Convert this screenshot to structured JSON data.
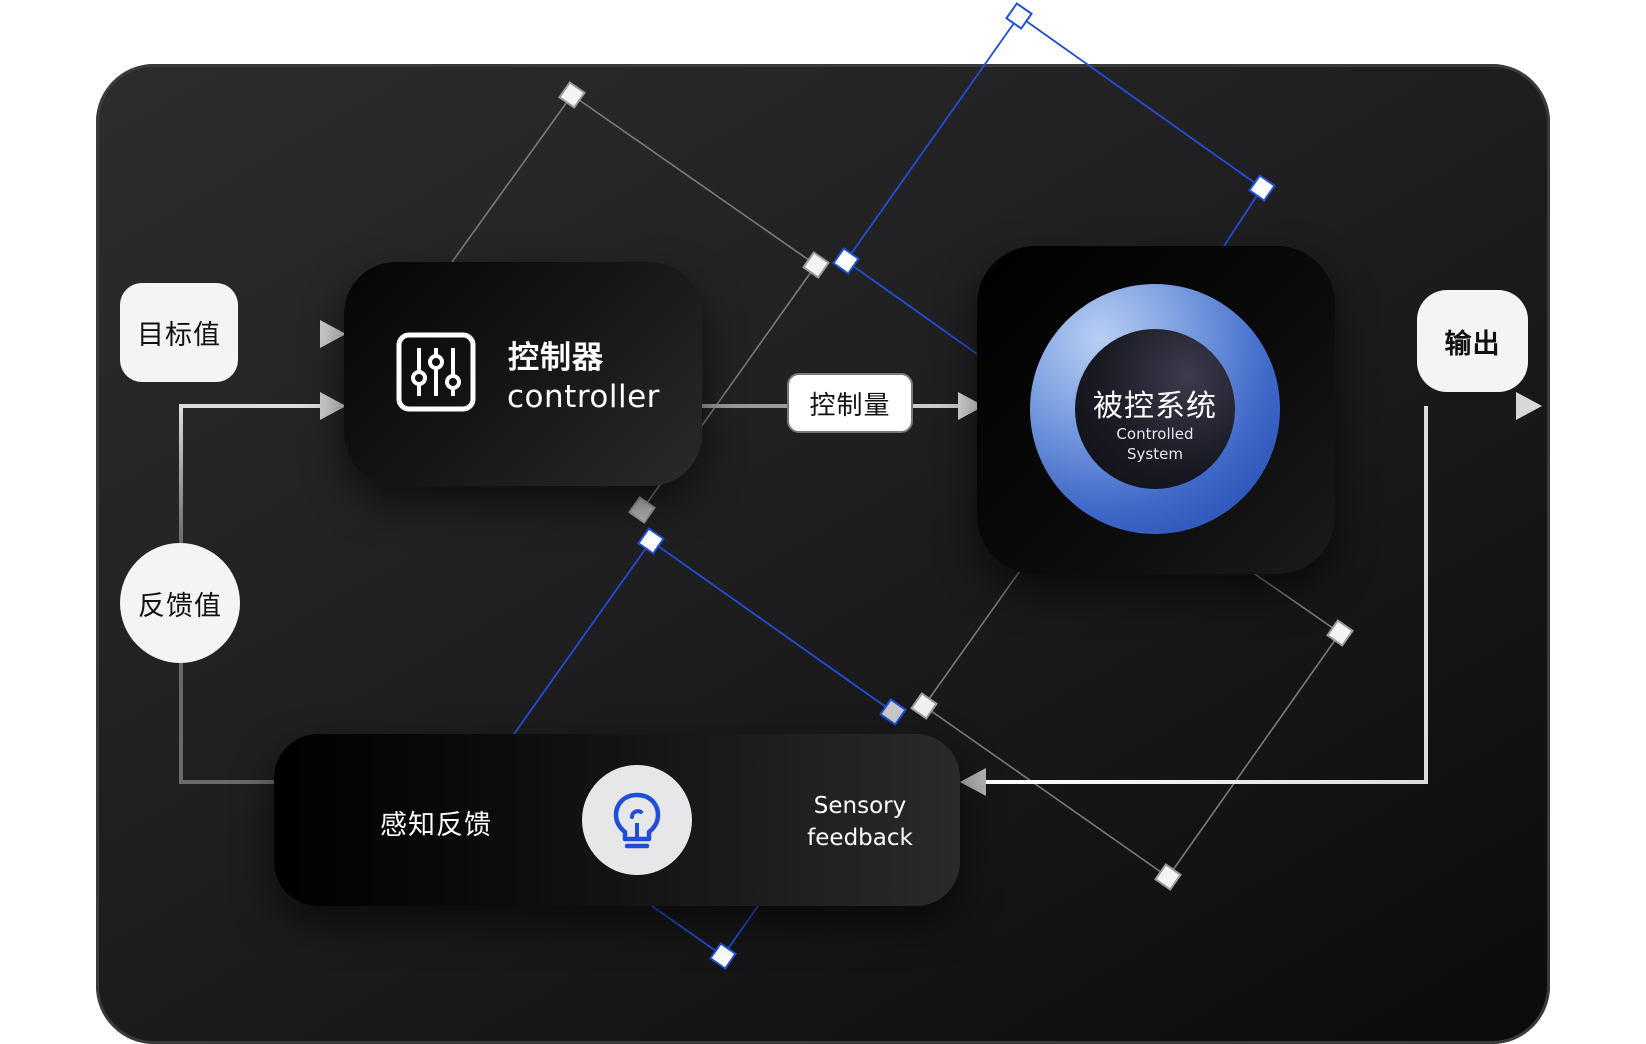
{
  "diagram": {
    "controller": {
      "title": "控制器",
      "subtitle": "controller",
      "icon": "sliders-icon"
    },
    "controlled_system": {
      "title": "被控系统",
      "subtitle_line1": "Controlled",
      "subtitle_line2": "System"
    },
    "sensory_feedback": {
      "label_zh": "感知反馈",
      "label_en_line1": "Sensory",
      "label_en_line2": "feedback",
      "icon": "lightbulb-icon"
    },
    "labels": {
      "target_value": "目标值",
      "control_quantity": "控制量",
      "output": "输出",
      "feedback_value": "反馈值"
    },
    "colors": {
      "accent_blue": "#1f4fd6",
      "connector_gray": "#8a8a8a",
      "pill_background": "#f4f4f4"
    }
  }
}
